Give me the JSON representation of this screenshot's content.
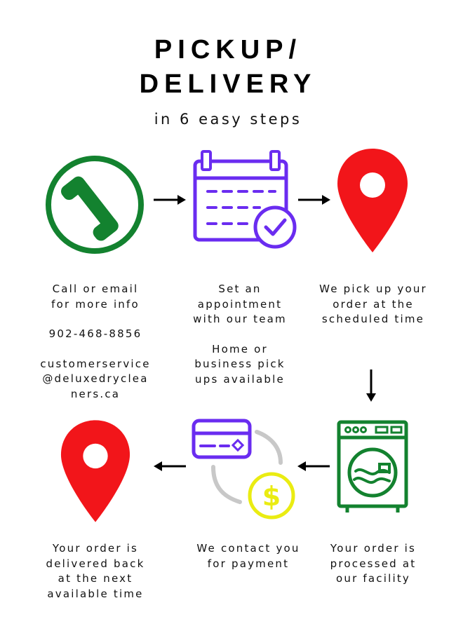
{
  "title": {
    "line1": "PICKUP/",
    "line2": "DELIVERY"
  },
  "subtitle": "in 6 easy steps",
  "colors": {
    "green": "#13822f",
    "purple": "#6a2cf0",
    "red": "#f2151a",
    "yellow": "#eaec12",
    "gray": "#c8c8c8",
    "text": "#111111"
  },
  "steps": [
    {
      "icon": "phone-icon",
      "lines": [
        "Call or email",
        "for more info"
      ],
      "phone": "902-468-8856",
      "email": [
        "customerservice",
        "@deluxedrycleа",
        "ners.ca"
      ]
    },
    {
      "icon": "calendar-check-icon",
      "lines": [
        "Set an",
        "appointment",
        "with our team"
      ],
      "extra": [
        "Home or",
        "business pick",
        "ups available"
      ]
    },
    {
      "icon": "location-pin-icon",
      "lines": [
        "We pick up your",
        "order at the",
        "scheduled time"
      ]
    },
    {
      "icon": "washing-machine-icon",
      "lines": [
        "Your order is",
        "processed at",
        "our facility"
      ]
    },
    {
      "icon": "payment-icon",
      "lines": [
        "We contact you",
        "for payment"
      ]
    },
    {
      "icon": "location-pin-icon",
      "lines": [
        "Your order is",
        "delivered back",
        "at the next",
        "available time"
      ]
    }
  ]
}
